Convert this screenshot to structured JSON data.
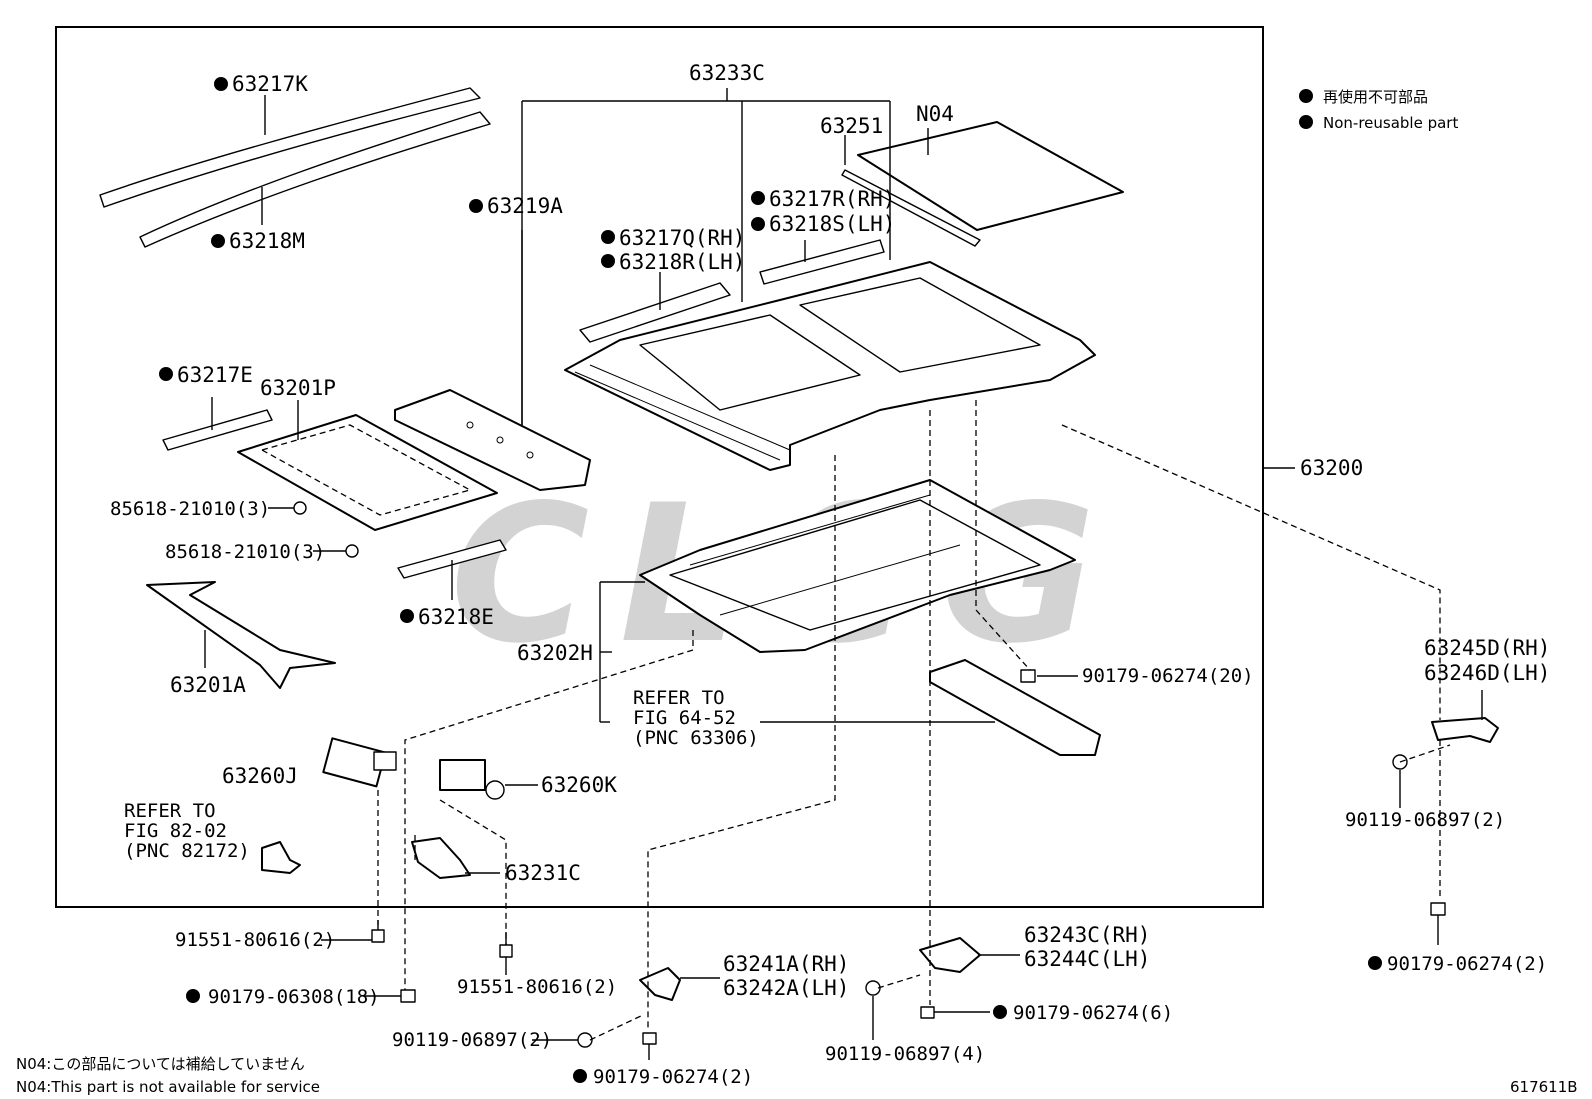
{
  "legend": {
    "jp": "再使用不可部品",
    "en": "Non-reusable part"
  },
  "figure_id": "617611B",
  "watermark": "CLCG",
  "notes": {
    "jp": "N04:この部品については補給していません",
    "en": "N04:This part is not available for service"
  },
  "parts": {
    "p63233C": "63233C",
    "p63217K": "63217K",
    "p63218M": "63218M",
    "p63219A": "63219A",
    "p63251": "63251",
    "pN04": "N04",
    "p63217R": "63217R(RH)",
    "p63218S": "63218S(LH)",
    "p63217Q": "63217Q(RH)",
    "p63218R": "63218R(LH)",
    "p63217E": "63217E",
    "p63201P": "63201P",
    "p85618a": "85618-21010(3)",
    "p85618b": "85618-21010(3)",
    "p63218E": "63218E",
    "p63201A": "63201A",
    "p63202H": "63202H",
    "p63200": "63200",
    "p90179_20": "90179-06274(20)",
    "p63245D": "63245D(RH)",
    "p63246D": "63246D(LH)",
    "p90119_2r": "90119-06897(2)",
    "p90179_2r": "90179-06274(2)",
    "p63260J": "63260J",
    "p63260K": "63260K",
    "p63231C": "63231C",
    "p91551a": "91551-80616(2)",
    "p91551b": "91551-80616(2)",
    "p90179_18": "90179-06308(18)",
    "p63241A": "63241A(RH)",
    "p63242A": "63242A(LH)",
    "p90119_2b": "90119-06897(2)",
    "p90179_2b": "90179-06274(2)",
    "p63243C": "63243C(RH)",
    "p63244C": "63244C(LH)",
    "p90119_4": "90119-06897(4)",
    "p90179_6": "90179-06274(6)"
  },
  "refer_64": {
    "line1": "REFER TO",
    "line2": "FIG 64-52",
    "line3": "(PNC 63306)"
  },
  "refer_82": {
    "line1": "REFER TO",
    "line2": "FIG 82-02",
    "line3": "(PNC 82172)"
  }
}
